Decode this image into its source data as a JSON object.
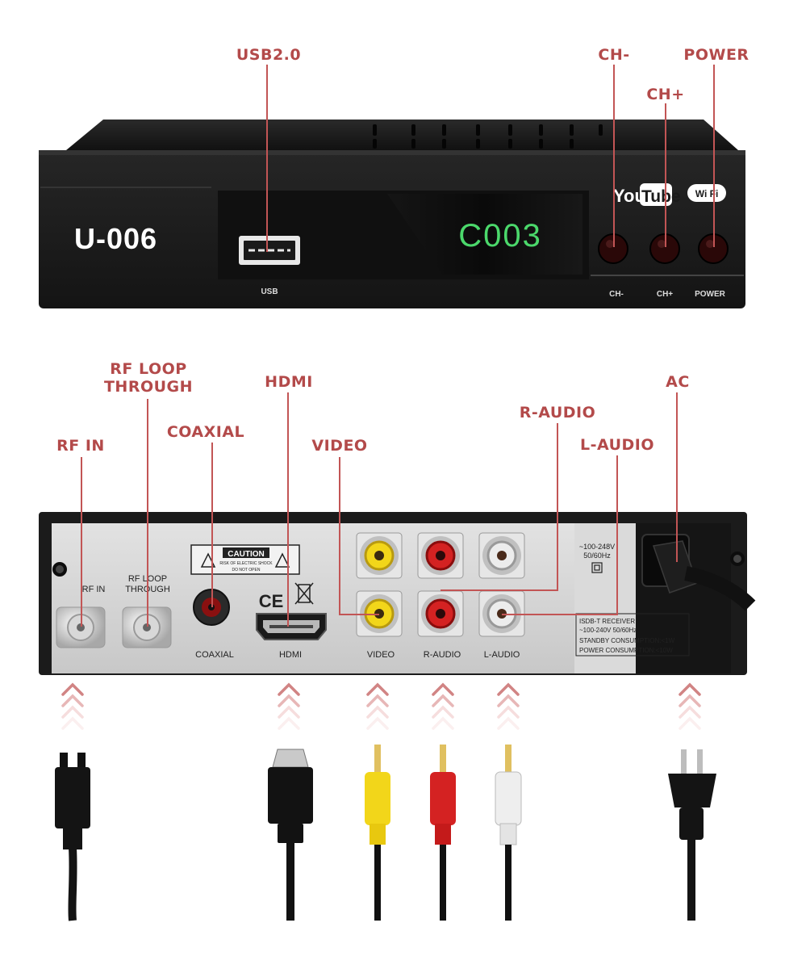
{
  "top_callouts": {
    "usb": "USB2.0",
    "ch_minus": "CH-",
    "ch_plus": "CH+",
    "power": "POWER"
  },
  "front_panel": {
    "model": "U-006",
    "display": "C003",
    "usb_label": "USB",
    "youtube_you": "You",
    "youtube_tube": "Tube",
    "wifi_label": "Wi Fi",
    "ch_minus_label": "CH-",
    "ch_plus_label": "CH+",
    "power_label": "POWER"
  },
  "rear_callouts": {
    "rf_in": "RF IN",
    "rf_loop_1": "RF LOOP",
    "rf_loop_2": "THROUGH",
    "coaxial": "COAXIAL",
    "hdmi": "HDMI",
    "video": "VIDEO",
    "r_audio": "R-AUDIO",
    "l_audio": "L-AUDIO",
    "ac": "AC"
  },
  "rear_panel": {
    "rf_in": "RF IN",
    "rf_loop_1": "RF LOOP",
    "rf_loop_2": "THROUGH",
    "caution_title": "CAUTION",
    "caution_line1": "RISK OF ELECTRIC SHOCK",
    "caution_line2": "DO NOT OPEN",
    "ce_mark": "CE",
    "coaxial": "COAXIAL",
    "hdmi": "HDMI",
    "video": "VIDEO",
    "r_audio": "R-AUDIO",
    "l_audio": "L-AUDIO",
    "voltage_1": "~100-248V",
    "voltage_2": "50/60Hz",
    "spec_1": "ISDB-T RECEIVER",
    "spec_2": "~100-240V 50/60Hz",
    "spec_3": "STANDBY CONSUMPTION:<1W",
    "spec_4": "POWER CONSUMPTION:<10W"
  },
  "colors": {
    "callout": "#b34a4a",
    "body": "#1b1b1b",
    "panel": "#d6d6d6",
    "display": "#4bd86b",
    "rca_yellow": "#f2d61a",
    "rca_red": "#d42222",
    "rca_white": "#e8e8e8"
  }
}
